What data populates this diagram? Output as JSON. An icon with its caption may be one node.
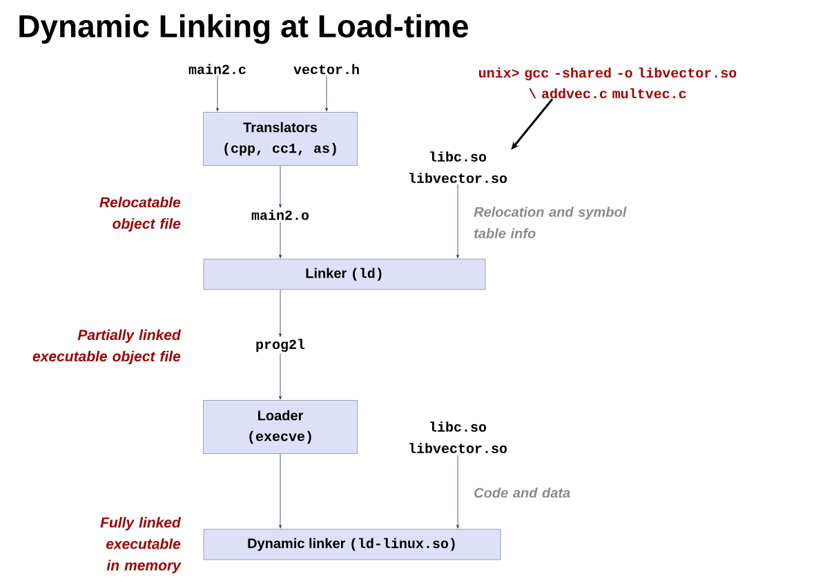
{
  "diagram": {
    "title": "Dynamic Linking at Load-time",
    "nodes": [
      {
        "text": [
          "main2.c"
        ]
      },
      {
        "text": [
          "vector.h"
        ]
      },
      {
        "text": [
          "Translators",
          "(cpp, cc1, as)"
        ]
      },
      {
        "text": [
          "main2.o"
        ]
      },
      {
        "text": [
          "unix> gcc -shared -o libvector.so \\ addvec.c multvec.c"
        ]
      },
      {
        "text": [
          "libc.so libvector.so"
        ]
      },
      {
        "text": [
          "Linker",
          "(ld)"
        ]
      },
      {
        "text": [
          "prog2l"
        ]
      },
      {
        "text": [
          "Loader",
          "(execve)"
        ]
      },
      {
        "text": [
          "libc.so libvector.so"
        ]
      },
      {
        "text": [
          "Dynamic linker",
          "(ld-linux.so)"
        ]
      }
    ],
    "labels": [
      "Relocatable object file",
      "Partially linked executable object file",
      "Fully linked executable in memory"
    ],
    "edges": [
      {
        "from": 0,
        "to": 2,
        "arrow": "to"
      },
      {
        "from": 1,
        "to": 2,
        "arrow": "to"
      },
      {
        "from": 2,
        "to": 3,
        "arrow": "to"
      },
      {
        "from": 4,
        "to": 5,
        "arrow": "to",
        "style": "thick",
        "color": "#000000"
      },
      {
        "from": 3,
        "to": 6,
        "arrow": "to"
      },
      {
        "from": 5,
        "to": 6,
        "arrow": "to",
        "label": "Relocation and symbol table info"
      },
      {
        "from": 6,
        "to": 7,
        "arrow": "to"
      },
      {
        "from": 7,
        "to": 8,
        "arrow": "to"
      },
      {
        "from": 8,
        "to": 10,
        "arrow": "to"
      },
      {
        "from": 9,
        "to": 10,
        "arrow": "to",
        "label": "Code and data"
      }
    ]
  }
}
